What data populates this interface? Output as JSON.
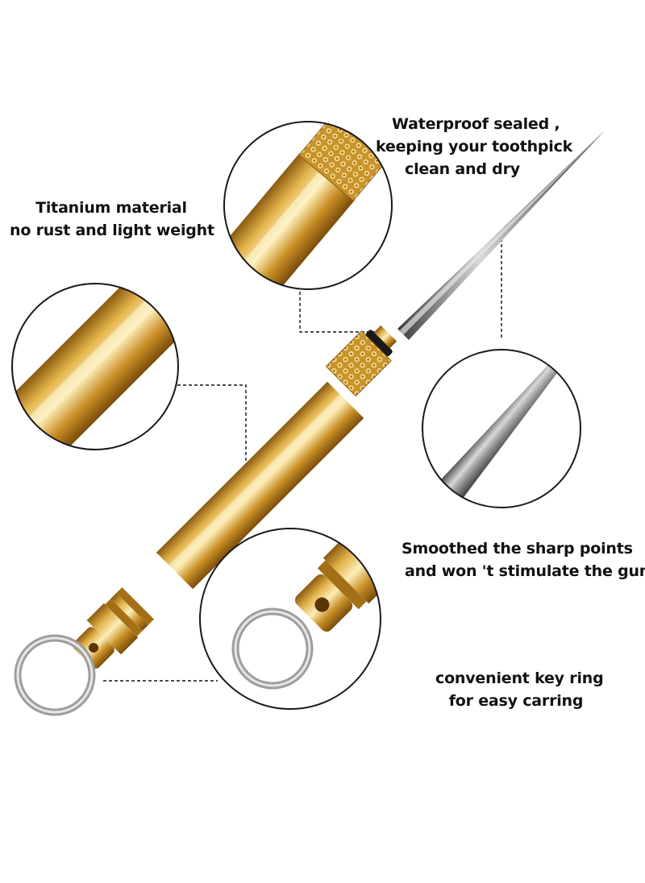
{
  "captions": {
    "waterproof": [
      "Waterproof sealed ,",
      "keeping your toothpick",
      "clean and dry"
    ],
    "titanium": [
      "Titanium material",
      "no rust and light weight"
    ],
    "smoothed": [
      "Smoothed the sharp points",
      "and won 't stimulate the gum"
    ],
    "keyring": [
      "convenient key ring",
      "for easy carring"
    ]
  },
  "colors": {
    "gold": "#d9a53c",
    "gold_dark": "#8a5a10",
    "gold_light": "#fbe6a8",
    "steel": "#8a8a8a",
    "steel_dark": "#3a3a3a",
    "circle_border": "#1a1a1a",
    "background": "#ffffff"
  }
}
